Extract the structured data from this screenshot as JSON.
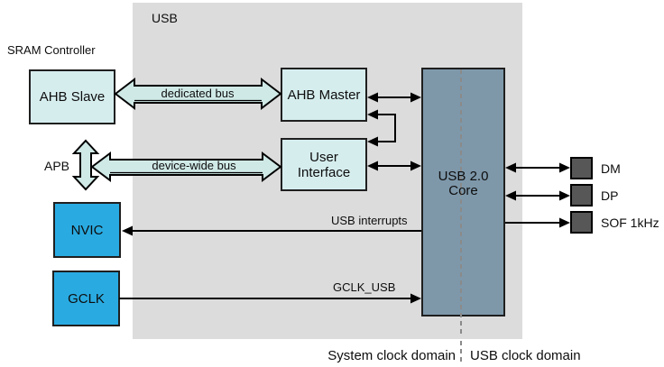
{
  "diagram": {
    "title": "USB",
    "blocks": {
      "sram_controller": {
        "label": "SRAM Controller"
      },
      "ahb_slave": {
        "label": "AHB Slave"
      },
      "ahb_master": {
        "label": "AHB Master"
      },
      "user_interface": {
        "line1": "User",
        "line2": "Interface"
      },
      "usb_core": {
        "line1": "USB 2.0",
        "line2": "Core"
      },
      "nvic": {
        "label": "NVIC"
      },
      "gclk": {
        "label": "GCLK"
      }
    },
    "buses": {
      "dedicated_bus": {
        "label": "dedicated bus"
      },
      "device_wide_bus": {
        "label": "device-wide bus"
      },
      "apb": {
        "label": "APB"
      }
    },
    "signals": {
      "usb_interrupts": {
        "label": "USB interrupts"
      },
      "gclk_usb": {
        "label": "GCLK_USB"
      },
      "dm": {
        "label": "DM"
      },
      "dp": {
        "label": "DP"
      },
      "sof": {
        "label": "SOF 1kHz"
      }
    },
    "clock_domains": {
      "left": "System clock domain",
      "right": "USB clock domain"
    },
    "colors": {
      "usb_box_fill": "#dcdcdc",
      "block_teal_fill": "#d6edee",
      "bus_arrow_fill": "#cfe9e6",
      "usb_core_fill": "#7e98aa",
      "peripheral_cyan_fill": "#29abe2",
      "pad_square_fill": "#575757",
      "clock_domain_dash": "#8a8a8a"
    }
  }
}
